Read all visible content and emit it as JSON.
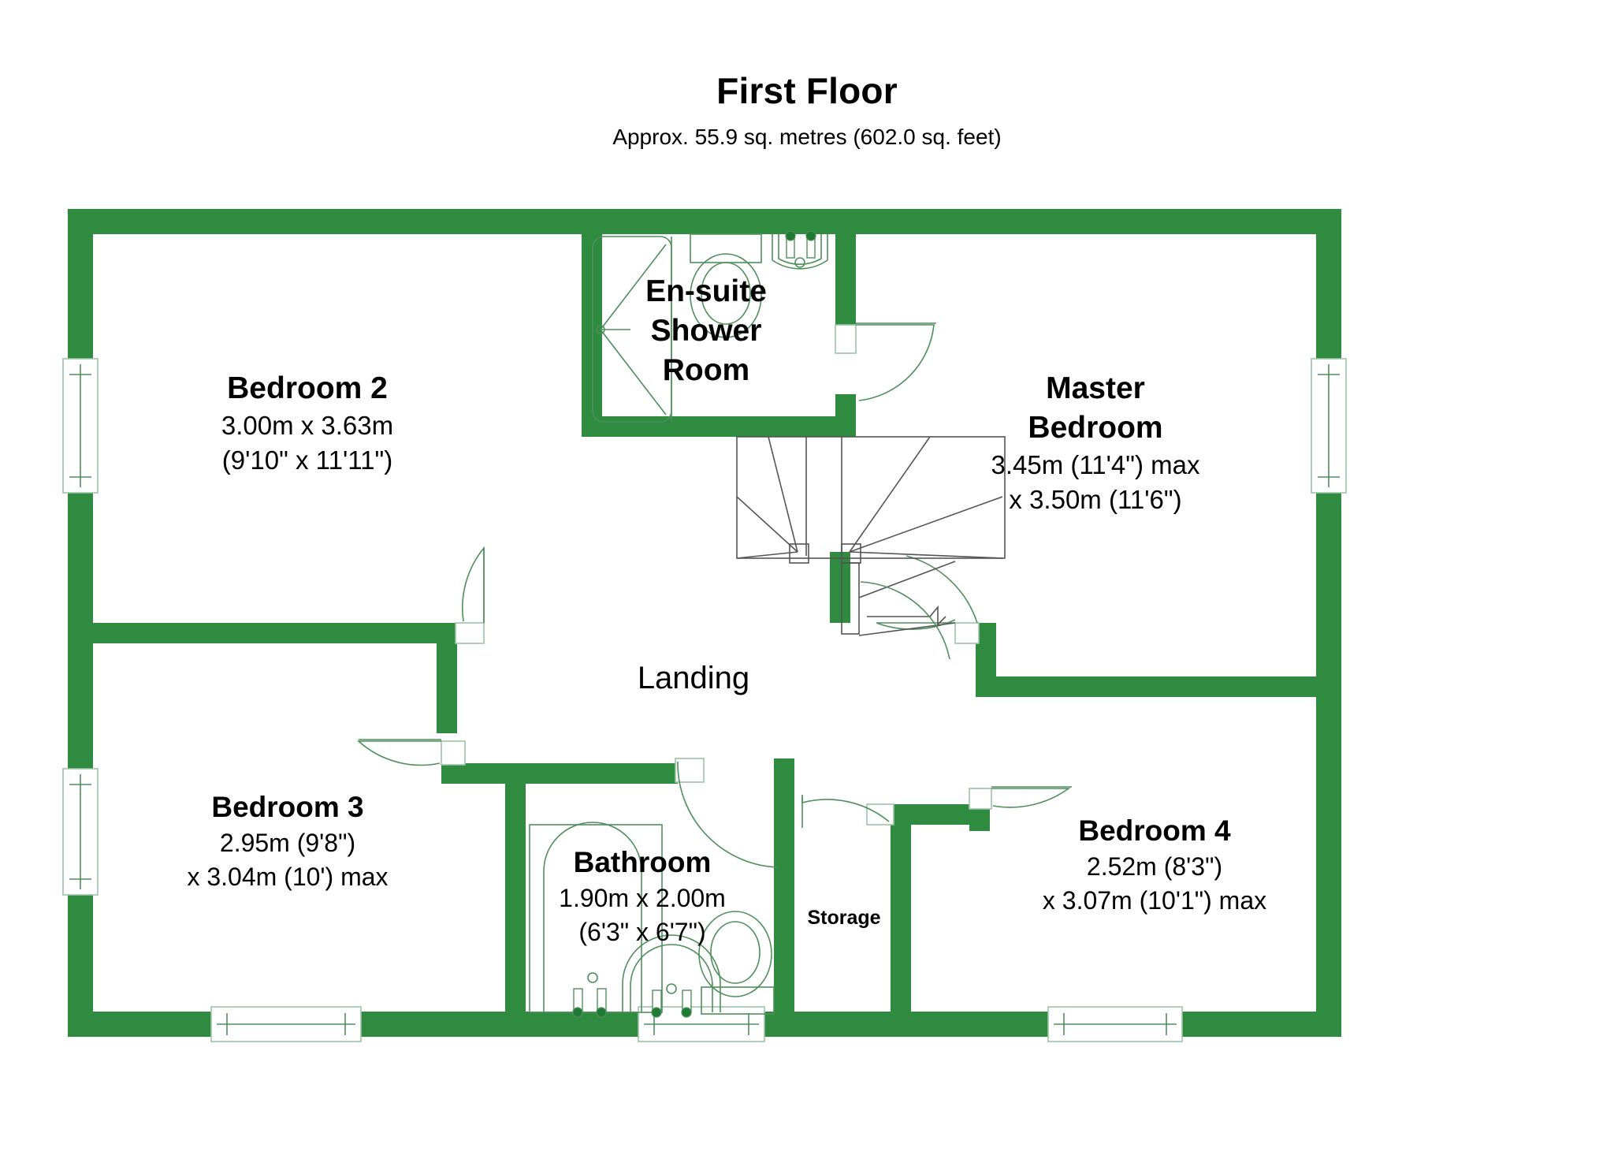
{
  "header": {
    "title": "First Floor",
    "subtitle": "Approx. 55.9 sq. metres (602.0 sq. feet)"
  },
  "colors": {
    "wall": "#2e8b3f",
    "fixture_line": "#4f8f5c",
    "tap": "#1f7a34",
    "text": "#000000",
    "background": "#ffffff"
  },
  "rooms": [
    {
      "key": "bedroom2",
      "name": "Bedroom 2",
      "dim_line_1": "3.00m x 3.63m",
      "dim_line_2": "(9'10\" x 11'11\")"
    },
    {
      "key": "ensuite",
      "name_line_1": "En-suite",
      "name_line_2": "Shower",
      "name_line_3": "Room"
    },
    {
      "key": "master",
      "name_line_1": "Master",
      "name_line_2": "Bedroom",
      "dim_line_1": "3.45m (11'4\") max",
      "dim_line_2": "x 3.50m (11'6\")"
    },
    {
      "key": "landing",
      "name": "Landing"
    },
    {
      "key": "bedroom3",
      "name": "Bedroom 3",
      "dim_line_1": "2.95m (9'8\")",
      "dim_line_2": "x 3.04m (10') max"
    },
    {
      "key": "bathroom",
      "name": "Bathroom",
      "dim_line_1": "1.90m x 2.00m",
      "dim_line_2": "(6'3\" x 6'7\")"
    },
    {
      "key": "storage",
      "name": "Storage"
    },
    {
      "key": "bedroom4",
      "name": "Bedroom 4",
      "dim_line_1": "2.52m (8'3\")",
      "dim_line_2": "x 3.07m (10'1\") max"
    }
  ]
}
